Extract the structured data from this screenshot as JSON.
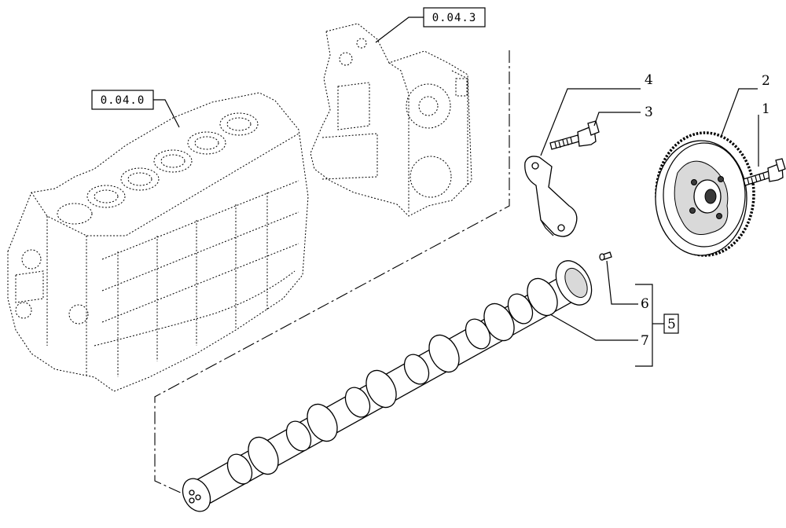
{
  "references": {
    "engine_block": "0.04.0",
    "timing_cover": "0.04.3"
  },
  "callouts": {
    "gear": "2",
    "gear_bolt": "1",
    "bracket": "4",
    "bracket_bolt": "3",
    "dowel_pin": "6",
    "camshaft": "7",
    "assembly": "5"
  },
  "icons": {
    "engine_block": "engine-block-icon",
    "timing_cover": "timing-cover-icon",
    "camshaft": "camshaft-icon",
    "gear": "camshaft-gear-icon",
    "bolt": "bolt-icon",
    "bracket": "bracket-icon"
  }
}
